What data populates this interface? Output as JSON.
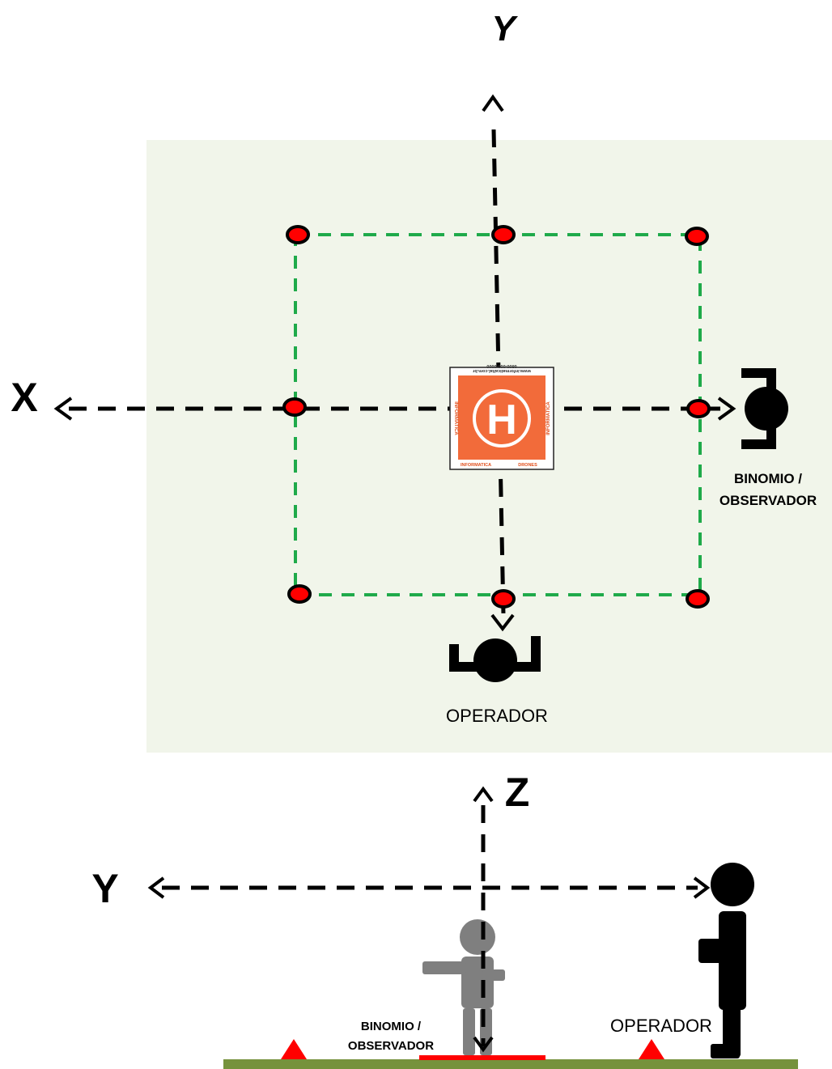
{
  "top_view": {
    "axis_y_label": "Y",
    "axis_x_label": "X",
    "observer_label_line1": "BINOMIO /",
    "observer_label_line2": "OBSERVADOR",
    "operator_label": "OPERADOR",
    "pad": {
      "letter": "H",
      "top_text_1": "www.informaticaltal.com.br",
      "top_text_2": "0800-000-0000",
      "side_text_left": "INFORMATICA",
      "side_text_right": "INFORMATICA",
      "bottom_text_1": "INFORMATICA",
      "bottom_text_2": "DRONES"
    }
  },
  "side_view": {
    "axis_z_label": "Z",
    "axis_y_label": "Y",
    "observer_label_line1": "BINOMIO /",
    "observer_label_line2": "OBSERVADOR",
    "operator_label": "OPERADOR"
  },
  "colors": {
    "field_background": "#f1f5ea",
    "boundary_dash": "#1faa4a",
    "waypoint_fill": "#ff0000",
    "pad_orange": "#f26b3a",
    "ground": "#76923c",
    "cone": "#ff0000",
    "observer_figure": "#7f7f7f",
    "operator_figure": "#000000"
  }
}
